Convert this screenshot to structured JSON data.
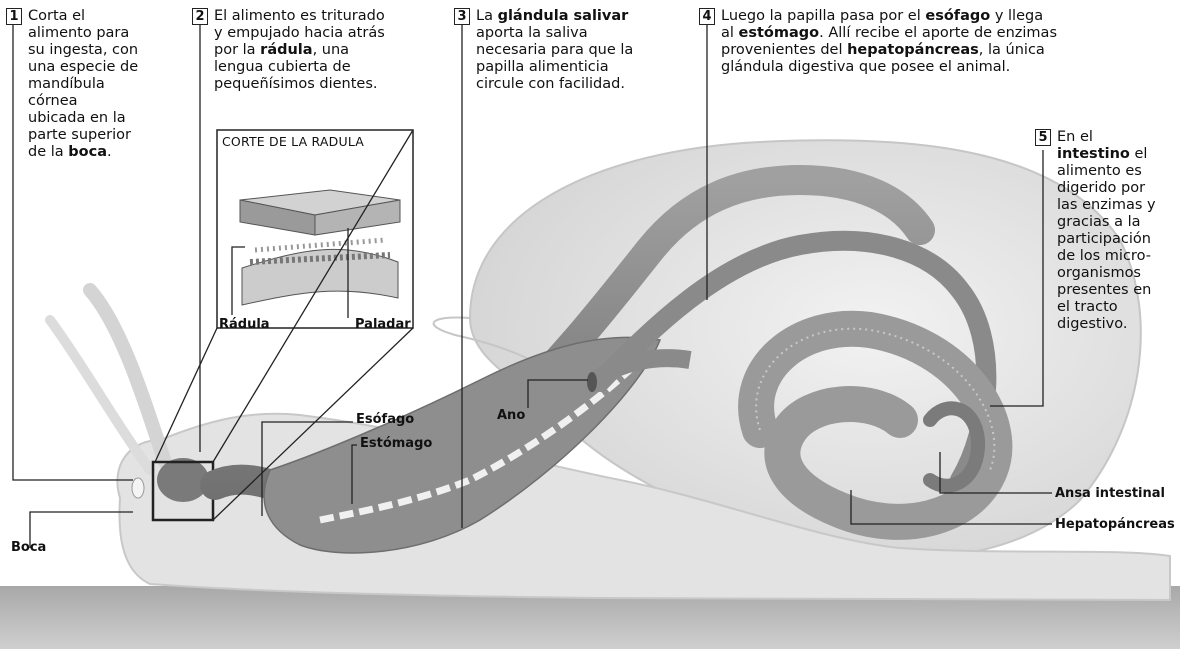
{
  "steps": [
    {
      "num": "1",
      "parts": [
        {
          "t": "Corta el\nalimento para\nsu ingesta, con\nuna especie de\nmandíbula\ncórnea\nubicada en la\nparte superior\nde la "
        },
        {
          "t": "boca",
          "b": true
        },
        {
          "t": "."
        }
      ]
    },
    {
      "num": "2",
      "parts": [
        {
          "t": "El alimento es triturado\ny empujado hacia atrás\npor la "
        },
        {
          "t": "rádula",
          "b": true
        },
        {
          "t": ", una\nlengua cubierta de\npequeñísimos dientes."
        }
      ]
    },
    {
      "num": "3",
      "parts": [
        {
          "t": "La "
        },
        {
          "t": "glándula salivar",
          "b": true
        },
        {
          "t": "\naporta la saliva\nnecesaria para que la\npapilla alimenticia\ncircule con facilidad."
        }
      ]
    },
    {
      "num": "4",
      "parts": [
        {
          "t": "Luego la papilla pasa por el "
        },
        {
          "t": "esófago",
          "b": true
        },
        {
          "t": " y llega\nal "
        },
        {
          "t": "estómago",
          "b": true
        },
        {
          "t": ". Allí recibe el aporte de enzimas\nprovenientes del "
        },
        {
          "t": "hepatopáncreas",
          "b": true
        },
        {
          "t": ", la única\nglándula digestiva que posee el animal."
        }
      ]
    },
    {
      "num": "5",
      "parts": [
        {
          "t": "En el\n"
        },
        {
          "t": "intestino",
          "b": true
        },
        {
          "t": " el\nalimento es\ndigerido por\nlas enzimas y\ngracias a la\nparticipación\nde los micro-\norganismos\npresentes en\nel tracto\ndigestivo."
        }
      ]
    }
  ],
  "inset": {
    "title": "CORTE DE LA RADULA",
    "radula": "Rádula",
    "paladar": "Paladar"
  },
  "labels": {
    "esofago": "Esófago",
    "estomago": "Estómago",
    "ano": "Ano",
    "boca": "Boca",
    "ansa": "Ansa intestinal",
    "hepato": "Hepatopáncreas"
  }
}
